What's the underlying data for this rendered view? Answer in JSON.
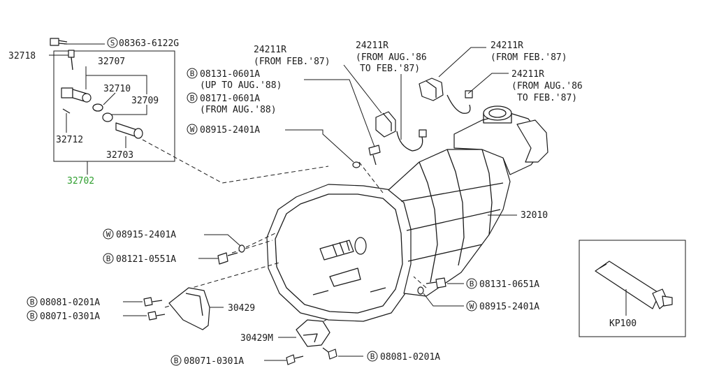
{
  "labels": {
    "p32718": "32718",
    "bolt_s": {
      "prefix": "S",
      "code": "08363-6122G"
    },
    "p32707": "32707",
    "p32710": "32710",
    "p32709": "32709",
    "p32712": "32712",
    "p32703": "32703",
    "p32702": "32702",
    "sensor_a": {
      "code": "24211R",
      "note": "(FROM FEB.'87)"
    },
    "sensor_b": {
      "code": "24211R",
      "note1": "(FROM AUG.'86",
      "note2": "TO FEB.'87)"
    },
    "sensor_c": {
      "code": "24211R",
      "note": "(FROM FEB.'87)"
    },
    "sensor_d": {
      "code": "24211R",
      "note1": "(FROM AUG.'86",
      "note2": "TO FEB.'87)"
    },
    "bolt_top": {
      "prefix": "B",
      "code1": "08131-0601A",
      "note1": "(UP TO AUG.'88)",
      "code2": "08171-0601A",
      "note2": "(FROM AUG.'88)"
    },
    "washer_top": {
      "prefix": "W",
      "code": "08915-2401A"
    },
    "p32010": "32010",
    "washer_mid": {
      "prefix": "W",
      "code": "08915-2401A"
    },
    "bolt_mid": {
      "prefix": "B",
      "code": "08121-0551A"
    },
    "bolt_right": {
      "prefix": "B",
      "code": "08131-0651A"
    },
    "washer_right": {
      "prefix": "W",
      "code": "08915-2401A"
    },
    "bolt_lower1": {
      "prefix": "B",
      "code": "08081-0201A"
    },
    "bolt_lower2": {
      "prefix": "B",
      "code": "08071-0301A"
    },
    "p30429": "30429",
    "p30429m": "30429M",
    "bolt_bottom_left": {
      "prefix": "B",
      "code": "08071-0301A"
    },
    "bolt_bottom_right": {
      "prefix": "B",
      "code": "08081-0201A"
    },
    "kp100": "KP100"
  },
  "colors": {
    "line": "#1a1a1a",
    "highlight": "#2e9e2e",
    "background": "#ffffff"
  }
}
